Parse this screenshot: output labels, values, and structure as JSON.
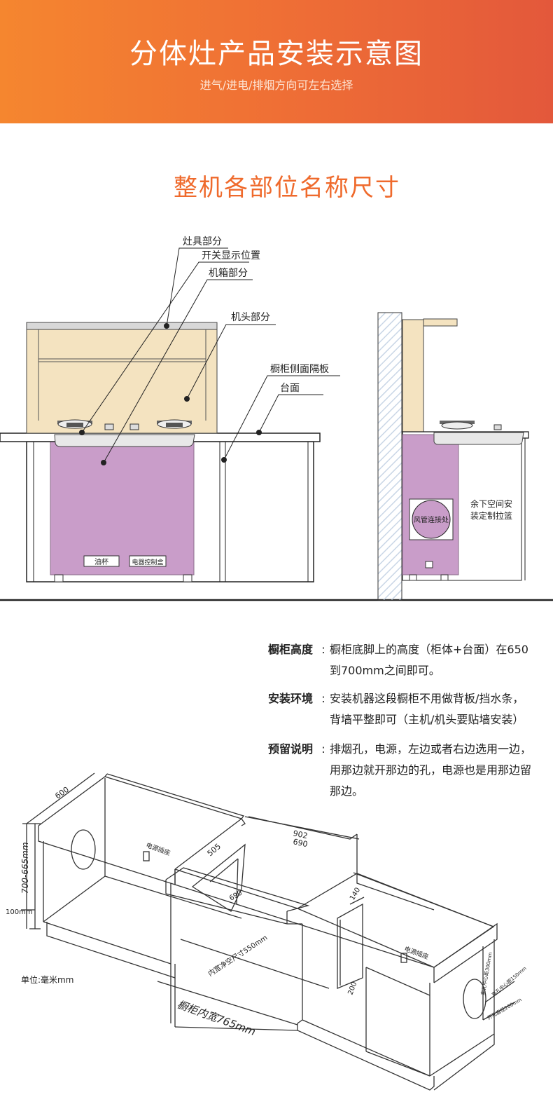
{
  "banner": {
    "title": "分体灶产品安装示意图",
    "subtitle": "进气/进电/排烟方向可左右选择"
  },
  "section_title": "整机各部位名称尺寸",
  "front_labels": {
    "stove_part": "灶具部分",
    "switch_display": "开关显示位置",
    "cabinet_box": "机箱部分",
    "head_part": "机头部分",
    "side_panel": "橱柜侧面隔板",
    "countertop": "台面",
    "oil_cup": "油杯",
    "control_box": "电器控制盒"
  },
  "side_labels": {
    "duct_connection": "风管连接处",
    "remaining_space": [
      "余下空间安",
      "装定制拉篮"
    ]
  },
  "notes": [
    {
      "key": "橱柜高度",
      "text": "橱柜底脚上的高度（柜体+台面）在650到700mm之间即可。"
    },
    {
      "key": "安装环境",
      "text": "安装机器这段橱柜不用做背板/挡水条，背墙平整即可（主机/机头要贴墙安装）"
    },
    {
      "key": "预留说明",
      "text": "排烟孔，电源，左边或者右边选用一边，用那边就开那边的孔，电源也是用那边留那边。"
    }
  ],
  "dims": {
    "depth": "600",
    "height": "700-665mm",
    "leg": "100mm",
    "top_width": "902",
    "inner_top": "690",
    "cut_depth": "505",
    "cut_inner": "690",
    "w140": "140",
    "w200": "200",
    "inner_clear": "内宽净空尺寸550mm",
    "cabinet_inner": "橱柜内宽765mm",
    "unit": "单位:毫米mm",
    "socket": "电源插座",
    "hole_center_from_top": "离孔中心距300mm",
    "hole_center_side": "离孔中心距150mm",
    "hole_diameter": "开孔直径200mm"
  }
}
